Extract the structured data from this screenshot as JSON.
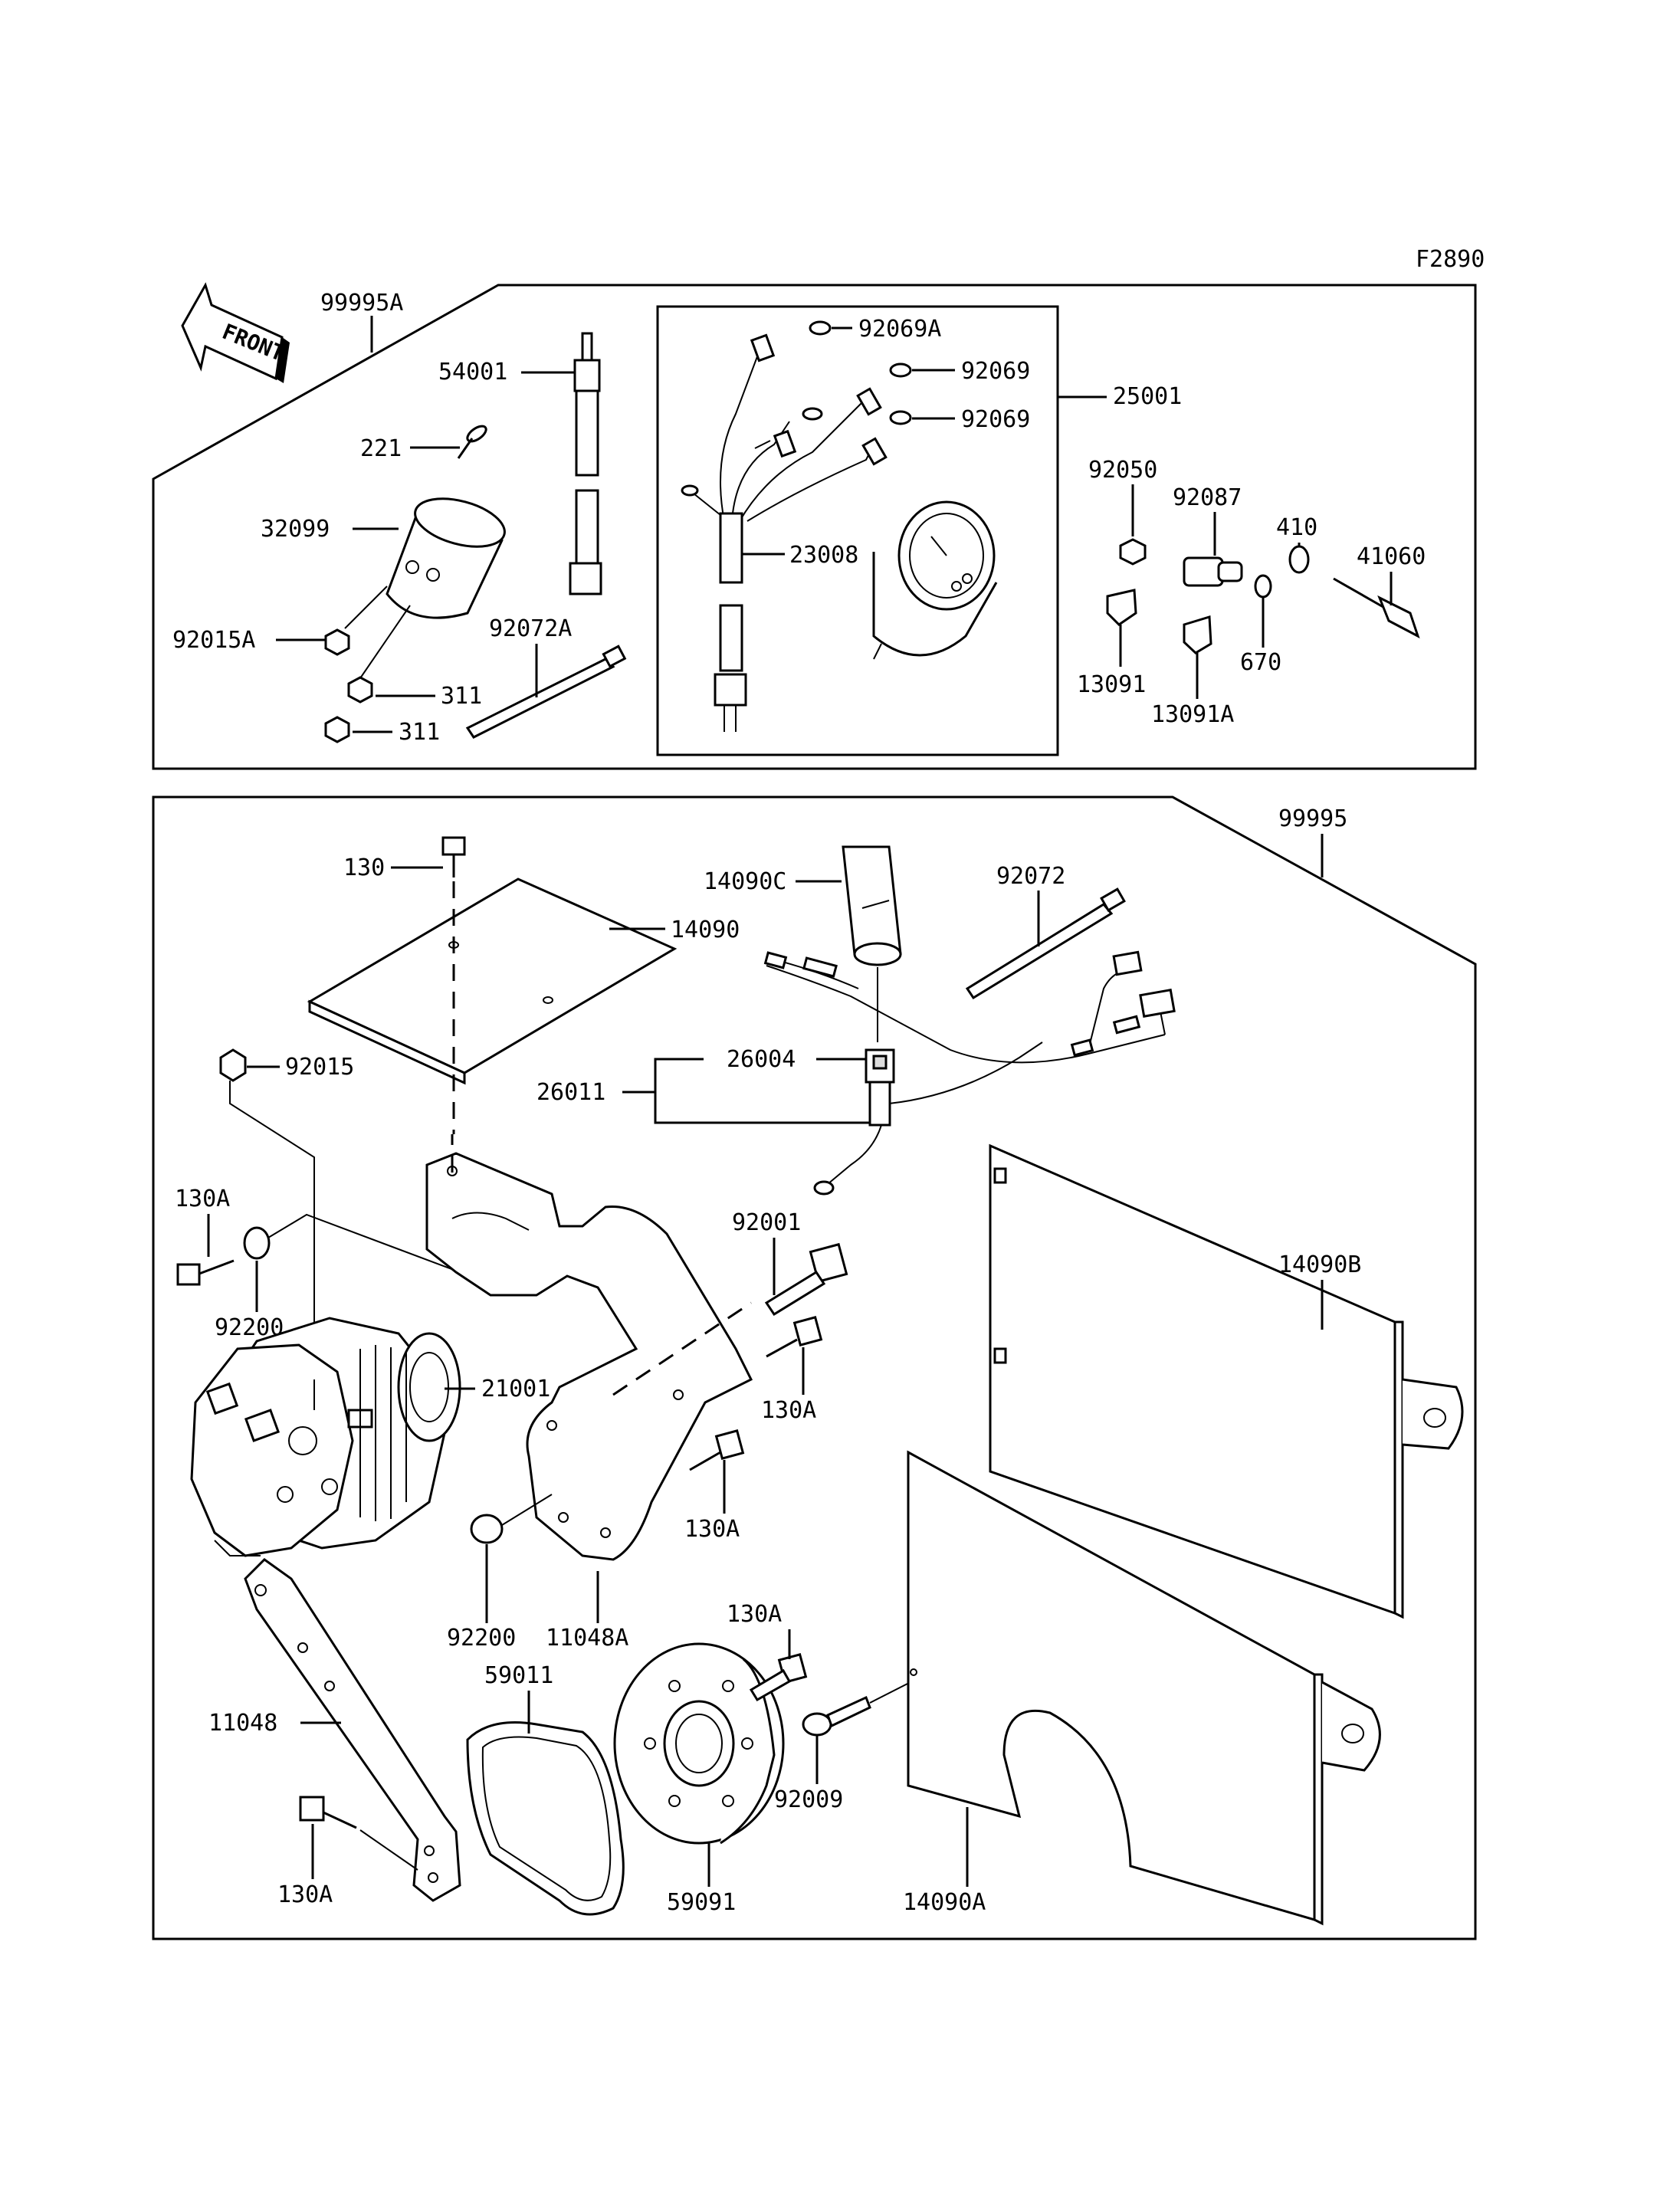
{
  "figure_code": "F2890",
  "front_label": "FRONT",
  "kits": {
    "upper": "99995A",
    "lower": "99995"
  },
  "parts": {
    "p54001": "54001",
    "p221": "221",
    "p32099": "32099",
    "p92015A": "92015A",
    "p311a": "311",
    "p311b": "311",
    "p92072A": "92072A",
    "p92069A": "92069A",
    "p92069a": "92069",
    "p92069b": "92069",
    "p25001": "25001",
    "p23008": "23008",
    "p92050": "92050",
    "p92087": "92087",
    "p410": "410",
    "p41060": "41060",
    "p670": "670",
    "p13091": "13091",
    "p13091A": "13091A",
    "p130": "130",
    "p14090": "14090",
    "p14090C": "14090C",
    "p92072": "92072",
    "p92015": "92015",
    "p26004": "26004",
    "p26011": "26011",
    "p130A_1": "130A",
    "p92200_1": "92200",
    "p92001": "92001",
    "p14090B": "14090B",
    "p21001": "21001",
    "p130A_2": "130A",
    "p130A_3": "130A",
    "p92200_2": "92200",
    "p11048A": "11048A",
    "p130A_4": "130A",
    "p59011": "59011",
    "p11048": "11048",
    "p92009": "92009",
    "p14090A": "14090A",
    "p130A_5": "130A",
    "p59091": "59091"
  }
}
